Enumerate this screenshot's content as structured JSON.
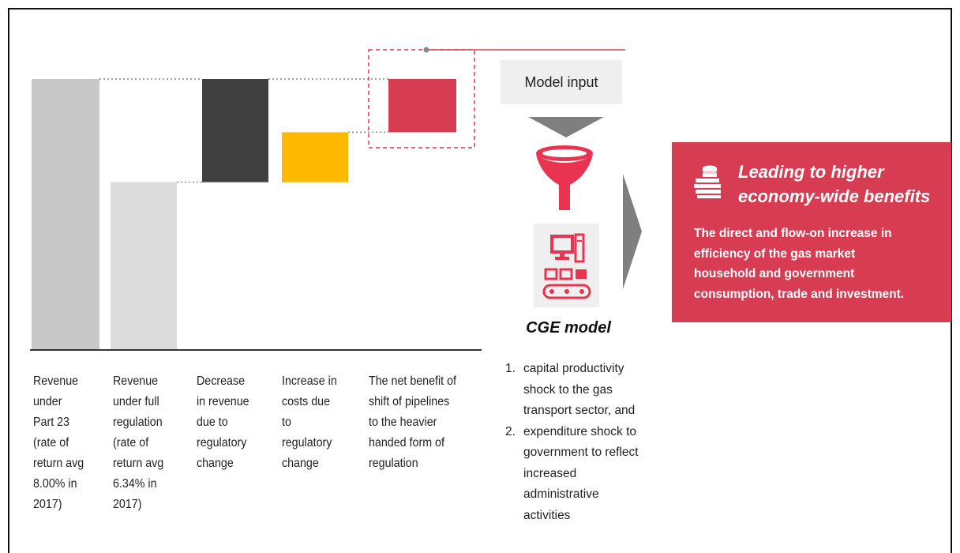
{
  "chart_data": {
    "type": "waterfall",
    "categories": [
      "Revenue under Part 23 (rate of return avg 8.00% in 2017)",
      "Revenue under full regulation (rate of return avg 6.34% in 2017)",
      "Decrease in revenue due to regulatory change",
      "Increase in costs due to regulatory change",
      "The net benefit of shift of pipelines to the heavier handed form of regulation"
    ],
    "bars": [
      {
        "kind": "total",
        "base": 0,
        "top": 100
      },
      {
        "kind": "total",
        "base": 0,
        "top": 61.8
      },
      {
        "kind": "step",
        "base": 61.8,
        "top": 100
      },
      {
        "kind": "step",
        "base": 61.8,
        "top": 80.3
      },
      {
        "kind": "step",
        "base": 80.3,
        "top": 100
      }
    ],
    "colors": [
      "#c8c8c8",
      "#dcdcdc",
      "#404040",
      "#ffb900",
      "#d73c52"
    ],
    "ylim": [
      0,
      100
    ],
    "labels": [
      [
        "Revenue",
        "under",
        "Part 23",
        "(rate of",
        "return avg",
        "8.00% in",
        "2017)"
      ],
      [
        "Revenue",
        "under full",
        "regulation",
        "(rate of",
        "return avg",
        "6.34% in",
        "2017)"
      ],
      [
        "Decrease",
        "in revenue",
        "due to",
        "regulatory",
        "change"
      ],
      [
        "Increase in",
        "costs due",
        "to",
        "regulatory",
        "change"
      ],
      [
        "The net benefit of",
        "shift of pipelines",
        "to the heavier",
        "handed form of",
        "regulation"
      ]
    ]
  },
  "model": {
    "input_label": "Model input",
    "cge_title": "CGE model",
    "steps": [
      {
        "num": "1.",
        "lines": [
          "capital productivity",
          "shock to the gas",
          "transport sector, and"
        ]
      },
      {
        "num": "2.",
        "lines": [
          "expenditure shock to",
          "government  to reflect",
          "increased",
          "administrative",
          "activities"
        ]
      }
    ]
  },
  "benefits": {
    "title_lines": [
      "Leading to higher",
      "economy-wide benefits"
    ],
    "body_lines": [
      "The direct and flow-on increase in",
      "efficiency of the gas market",
      "household and government",
      "consumption, trade and investment."
    ],
    "color": "#d73c52"
  },
  "icons": [
    "coins-icon",
    "funnel-icon",
    "computer-icon",
    "down-arrow-icon",
    "right-arrow-icon"
  ]
}
